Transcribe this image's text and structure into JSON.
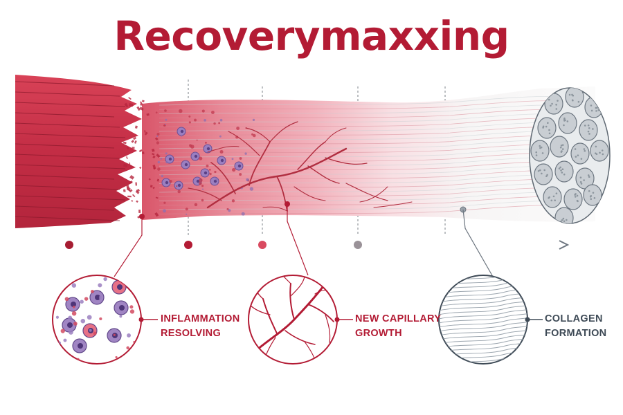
{
  "title": "Recoverymaxxing",
  "colors": {
    "title": "#b31b34",
    "muscle": "#c8344a",
    "vessel": "#a82a3a",
    "collagen": "#9aa4ad",
    "axis_grey": "#6d7680"
  },
  "stages": [
    {
      "line1": "INFLAMMATION",
      "line2": "RESOLVING",
      "color": "#b31b34",
      "icon": "inflammatory-cells-icon"
    },
    {
      "line1": "NEW CAPILLARY",
      "line2": "GROWTH",
      "color": "#b31b34",
      "icon": "capillary-network-icon"
    },
    {
      "line1": "COLLAGEN",
      "line2": "FORMATION",
      "color": "#3e4a56",
      "icon": "collagen-fibers-icon"
    }
  ]
}
